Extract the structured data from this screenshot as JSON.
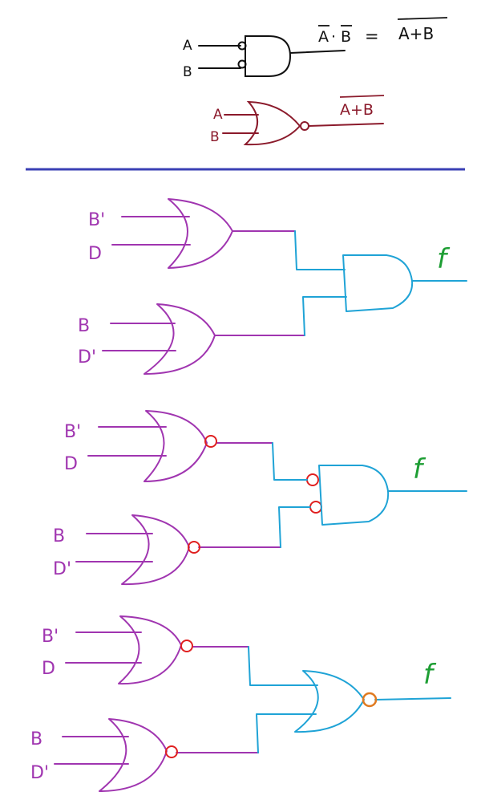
{
  "colors": {
    "ink_black": "#111111",
    "ink_maroon": "#8b1a2b",
    "divider": "#3a3fb5",
    "purple": "#a035b0",
    "blue": "#1fa3d6",
    "bubble_red": "#e02020",
    "bubble_orange": "#e07a20",
    "green": "#1e9e34"
  },
  "top_gate": {
    "input_a": "A",
    "input_b": "B",
    "equation_lhs_a": "A",
    "equation_dot": "·",
    "equation_lhs_b": "B",
    "equation_eq": "=",
    "equation_rhs": "A+B"
  },
  "nor_gate": {
    "input_a": "A",
    "input_b": "B",
    "output": "A+B"
  },
  "circuit1": {
    "or1_in1": "B'",
    "or1_in2": "D",
    "or2_in1": "B",
    "or2_in2": "D'",
    "output": "f"
  },
  "circuit2": {
    "nor1_in1": "B'",
    "nor1_in2": "D",
    "nor2_in1": "B",
    "nor2_in2": "D'",
    "output": "f"
  },
  "circuit3": {
    "nor1_in1": "B'",
    "nor1_in2": "D",
    "nor2_in1": "B",
    "nor2_in2": "D'",
    "output": "f"
  }
}
